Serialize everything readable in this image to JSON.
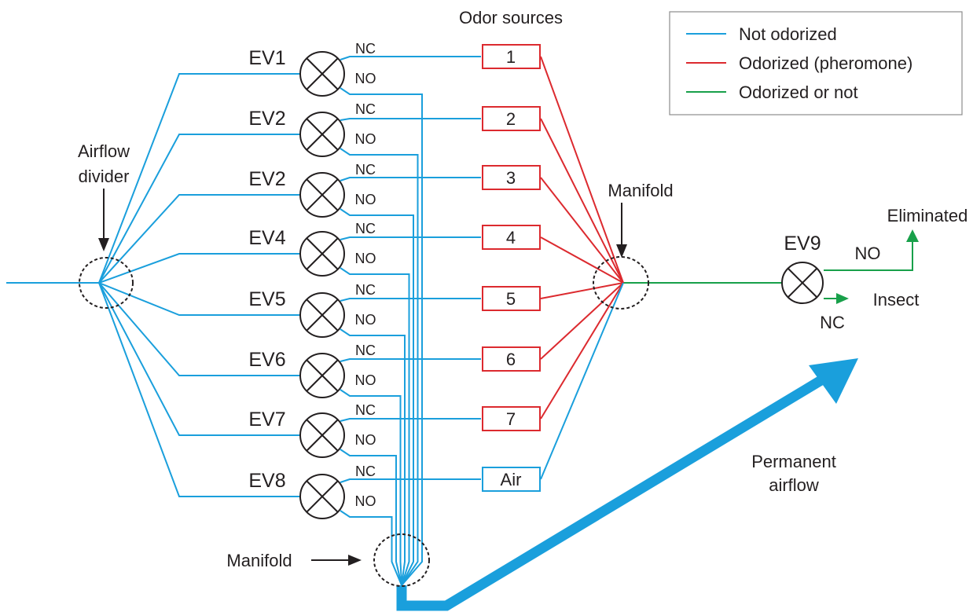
{
  "colors": {
    "not_odorized": "#1a9fdc",
    "odorized": "#dc2a2f",
    "odorized_or_not": "#18a04a",
    "ink": "#231f20"
  },
  "legend": [
    {
      "label": "Not odorized",
      "color": "#1a9fdc"
    },
    {
      "label": "Odorized (pheromone)",
      "color": "#dc2a2f"
    },
    {
      "label": "Odorized or not",
      "color": "#18a04a"
    }
  ],
  "labels": {
    "odor_sources": "Odor sources",
    "airflow_divider_line1": "Airflow",
    "airflow_divider_line2": "divider",
    "manifold_right": "Manifold",
    "manifold_bottom": "Manifold",
    "eliminated": "Eliminated",
    "insect": "Insect",
    "permanent_line1": "Permanent",
    "permanent_line2": "airflow",
    "nc": "NC",
    "no": "NO"
  },
  "valves": [
    "EV1",
    "EV2",
    "EV2",
    "EV4",
    "EV5",
    "EV6",
    "EV7",
    "EV8"
  ],
  "sources": [
    "1",
    "2",
    "3",
    "4",
    "5",
    "6",
    "7",
    "Air"
  ],
  "output_valve": "EV9"
}
